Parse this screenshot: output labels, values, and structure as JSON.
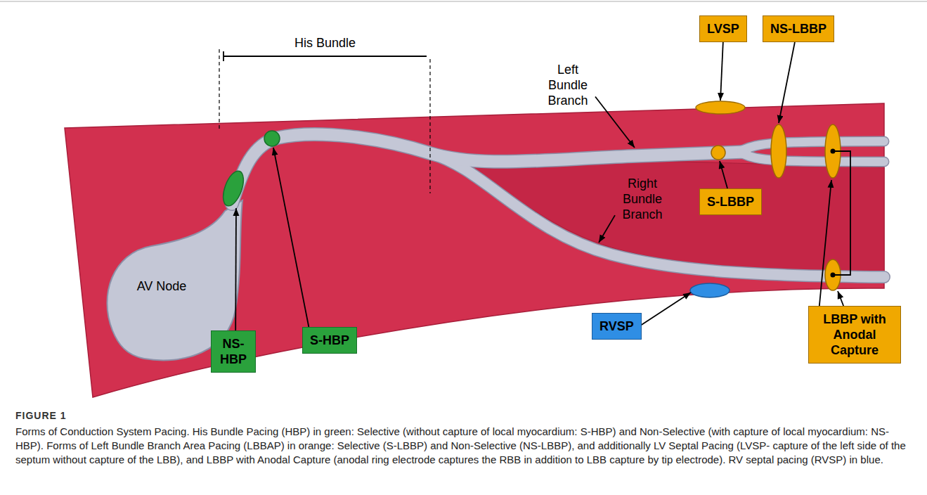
{
  "diagram": {
    "caption": "Forms of Conduction System Pacing. His Bundle Pacing (HBP) in green: Selective (without capture of local myocardium: S-HBP) and Non-Selective (with capture of local myocardium: NS-HBP). Forms of Left Bundle Branch Area Pacing (LBBAP) in orange: Selective (S-LBBP) and Non-Selective (NS-LBBP), and additionally LV Septal Pacing (LVSP- capture of the left side of the septum without capture of the LBB), and LBBP with Anodal Capture (anodal ring electrode captures the RBB in addition to LBB capture by tip electrode). RV septal pacing (RVSP) in blue.",
    "nodes": [
      {
        "text": [
          "AV Node"
        ]
      },
      {
        "text": [
          "NS-HBP"
        ]
      },
      {
        "text": [
          "S-HBP"
        ]
      },
      {
        "text": [
          "RVSP"
        ]
      },
      {
        "text": [
          "LVSP"
        ]
      },
      {
        "text": [
          "NS-LBBP"
        ]
      },
      {
        "text": [
          "S-LBBP"
        ]
      },
      {
        "text": [
          "LBBP with Anodal Capture"
        ]
      }
    ],
    "labels": [
      "His Bundle",
      "Left Bundle Branch",
      "Right Bundle Branch",
      "FIGURE 1"
    ]
  }
}
